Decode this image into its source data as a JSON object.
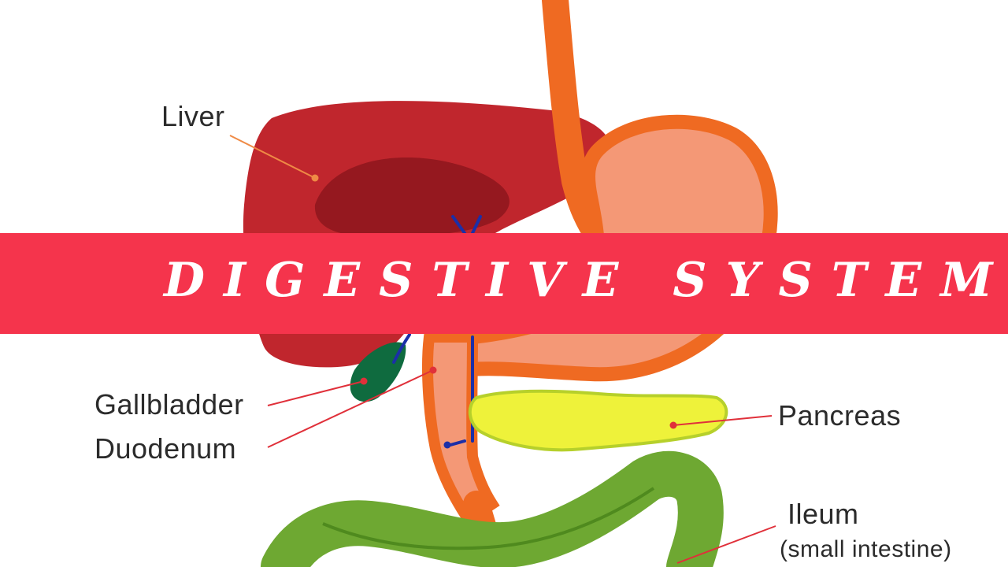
{
  "banner": {
    "title": "DIGESTIVE SYSTEM",
    "color": "#f5344c"
  },
  "labels": {
    "liver": "Liver",
    "gallbladder": "Gallbladder",
    "duodenum": "Duodenum",
    "pancreas": "Pancreas",
    "ileum": "Ileum",
    "ileum_sub": "(small intestine)"
  },
  "colors": {
    "liver": "#c0262d",
    "liver_dark": "#95181f",
    "stomach_outline": "#ef6a22",
    "stomach_fill": "#f49876",
    "gallbladder": "#0f6b3f",
    "pancreas": "#eef23a",
    "intestine": "#6ea832",
    "vessels": "#1b2fa8",
    "leader_lines": "#e0303a"
  }
}
